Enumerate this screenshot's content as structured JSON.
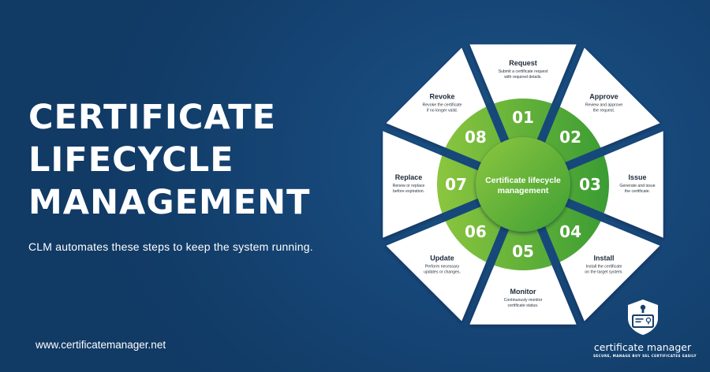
{
  "header": {
    "title_lines": [
      "CERTIFICATE",
      "LIFECYCLE",
      "MANAGEMENT"
    ],
    "subtitle": "CLM automates these steps to keep the system running."
  },
  "footer": {
    "website": "www.certificatemanager.net"
  },
  "diagram": {
    "center_label_lines": [
      "Certificate lifecycle",
      "management"
    ],
    "colors": {
      "background": "#15406b",
      "ring_green": "#4aa832",
      "ring_light_green": "#8cc63f",
      "wedge_fill": "#ffffff",
      "title_text": "#1c2a3a"
    },
    "steps": [
      {
        "num": "01",
        "title": "Request",
        "desc": [
          "Submit a certificate request",
          "with required details."
        ]
      },
      {
        "num": "02",
        "title": "Approve",
        "desc": [
          "Review and approve",
          "the request."
        ]
      },
      {
        "num": "03",
        "title": "Issue",
        "desc": [
          "Generate and issue",
          "the certificate."
        ]
      },
      {
        "num": "04",
        "title": "Install",
        "desc": [
          "Install the certificate",
          "on the target system."
        ]
      },
      {
        "num": "05",
        "title": "Monitor",
        "desc": [
          "Continuously monitor",
          "certificate status."
        ]
      },
      {
        "num": "06",
        "title": "Update",
        "desc": [
          "Perform necessary",
          "updates or changes."
        ]
      },
      {
        "num": "07",
        "title": "Replace",
        "desc": [
          "Renew or replace",
          "before expiration."
        ]
      },
      {
        "num": "08",
        "title": "Revoke",
        "desc": [
          "Revoke the certificate",
          "if no longer valid."
        ]
      }
    ]
  },
  "logo": {
    "icon": "shield-certificate-icon",
    "name": "certificate manager",
    "tagline": "SECURE, MANAGE BUY SSL CERTIFICATES EASILY"
  }
}
